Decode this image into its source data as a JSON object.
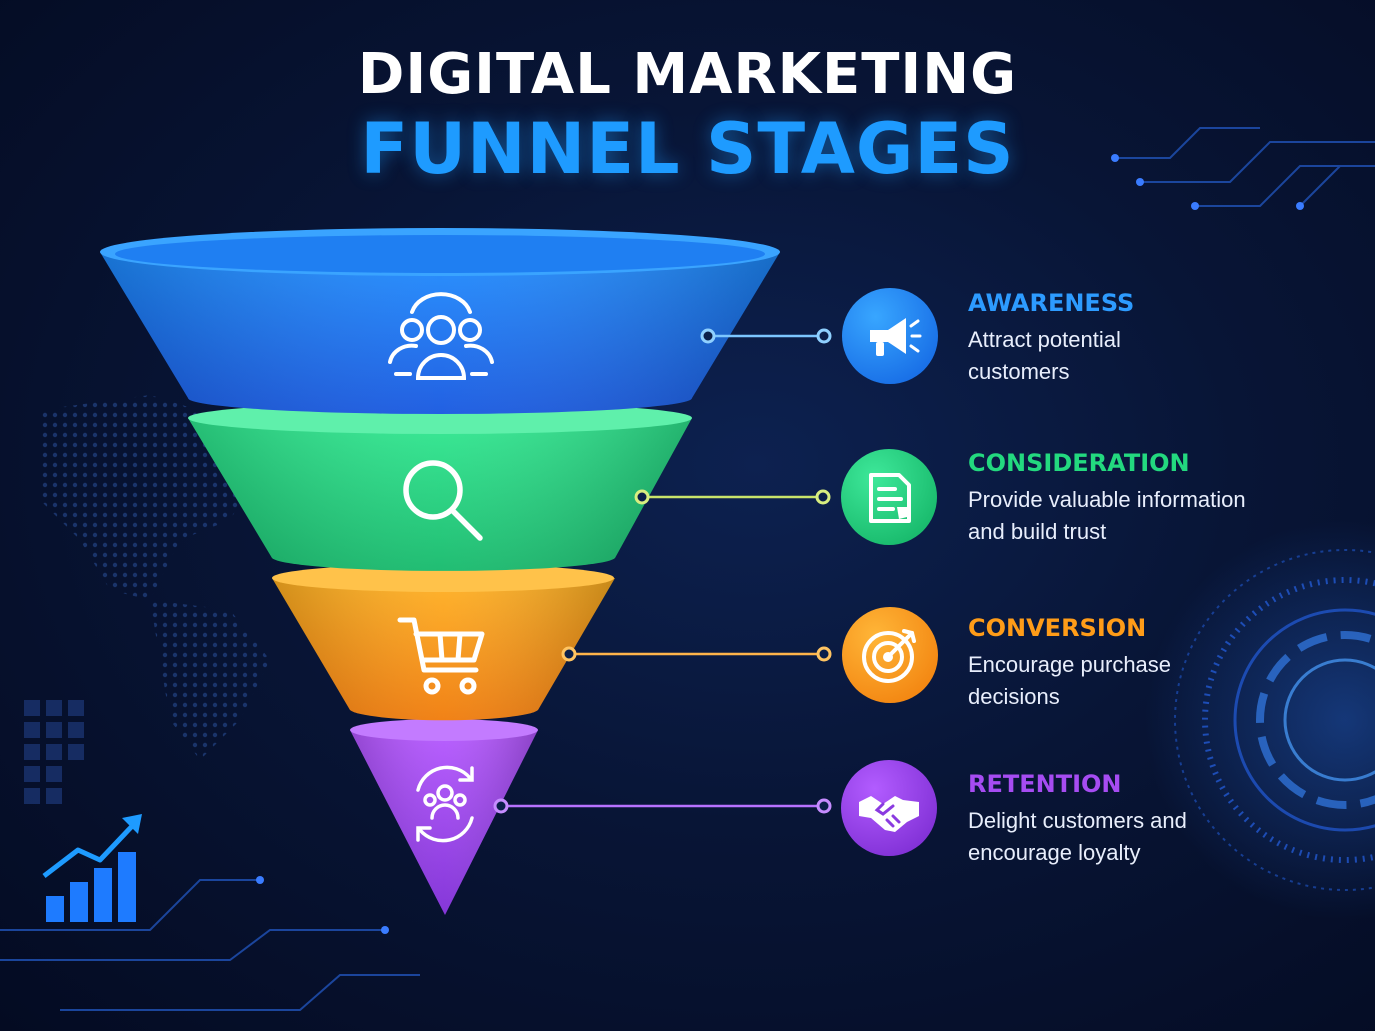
{
  "title": {
    "line1": "DIGITAL MARKETING",
    "line2": "FUNNEL STAGES"
  },
  "stages": [
    {
      "name": "AWARENESS",
      "desc1": "Attract potential",
      "desc2": "customers",
      "color": "#1f8fff",
      "icon": "megaphone-icon",
      "funnel_icon": "people-group-icon"
    },
    {
      "name": "CONSIDERATION",
      "desc1": "Provide valuable information",
      "desc2": "and build trust",
      "color": "#1fd67e",
      "icon": "document-icon",
      "funnel_icon": "magnifier-icon"
    },
    {
      "name": "CONVERSION",
      "desc1": "Encourage purchase",
      "desc2": "decisions",
      "color": "#ff9a12",
      "icon": "target-icon",
      "funnel_icon": "shopping-cart-icon"
    },
    {
      "name": "RETENTION",
      "desc1": "Delight customers and",
      "desc2": "encourage loyalty",
      "color": "#a345f0",
      "icon": "handshake-icon",
      "funnel_icon": "customer-cycle-icon"
    }
  ]
}
